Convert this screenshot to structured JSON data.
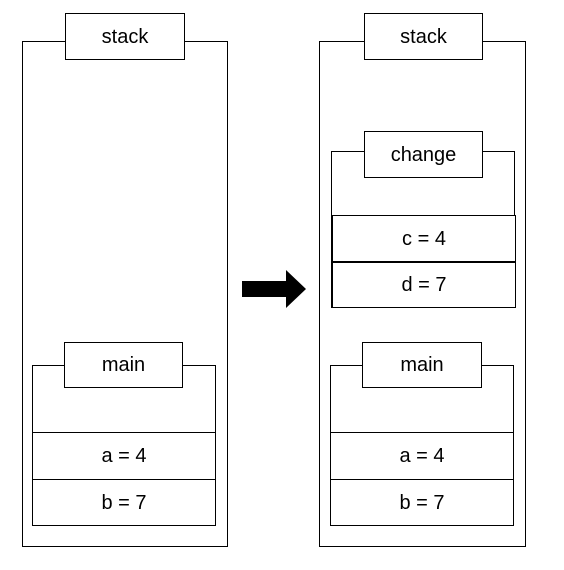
{
  "left_stack": {
    "title": "stack",
    "frames": [
      {
        "name": "main",
        "vars": [
          "a = 4",
          "b = 7"
        ]
      }
    ]
  },
  "right_stack": {
    "title": "stack",
    "frames": [
      {
        "name": "change",
        "vars": [
          "c = 4",
          "d = 7"
        ]
      },
      {
        "name": "main",
        "vars": [
          "a = 4",
          "b = 7"
        ]
      }
    ]
  },
  "transition": {
    "icon": "right-arrow-icon",
    "color": "#000000"
  }
}
